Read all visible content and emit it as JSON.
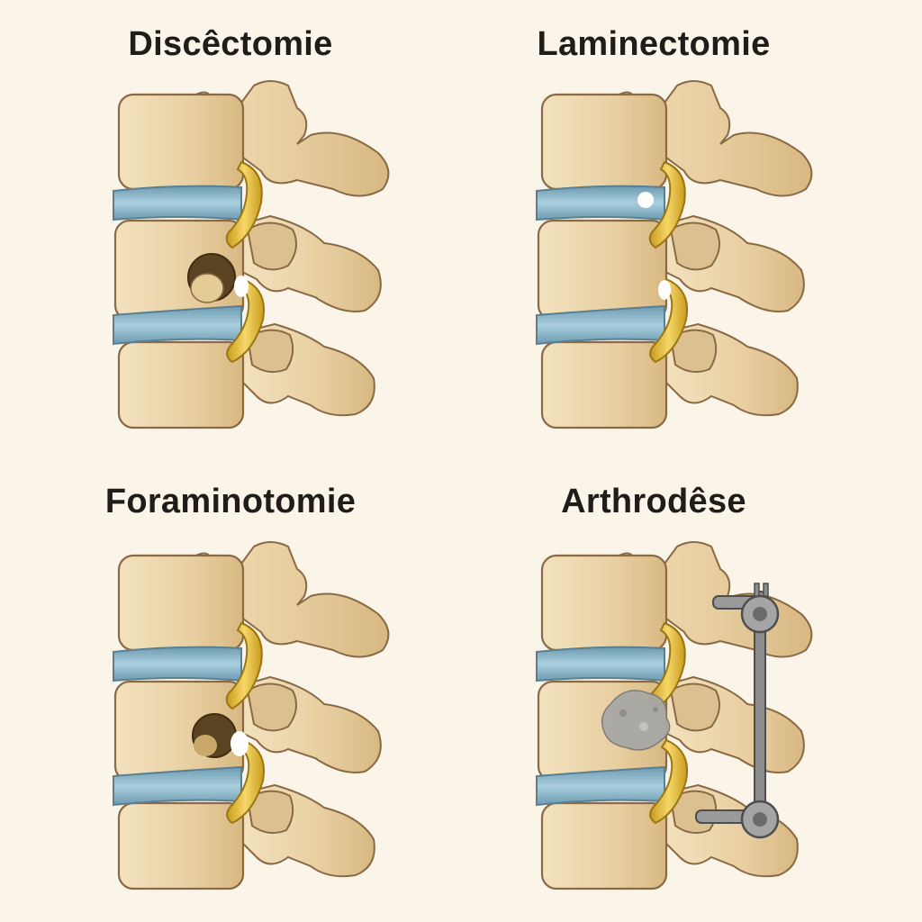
{
  "panels": [
    {
      "title": "Discêctomie"
    },
    {
      "title": "Laminectomie"
    },
    {
      "title": "Foraminotomie"
    },
    {
      "title": "Arthrodêse"
    }
  ],
  "colors": {
    "background": "#fbf5e9",
    "bone": "#ead3a8",
    "bone_outline": "#8a6a44",
    "disc": "#8fb7c9",
    "nerve": "#e8c24a",
    "hardware": "#8d8d8d",
    "graft": "#a8a8a4"
  },
  "icons": [
    "vertebra-illustration",
    "intervertebral-disc",
    "nerve-root",
    "pedicle-screw",
    "fixation-rod",
    "bone-graft"
  ]
}
